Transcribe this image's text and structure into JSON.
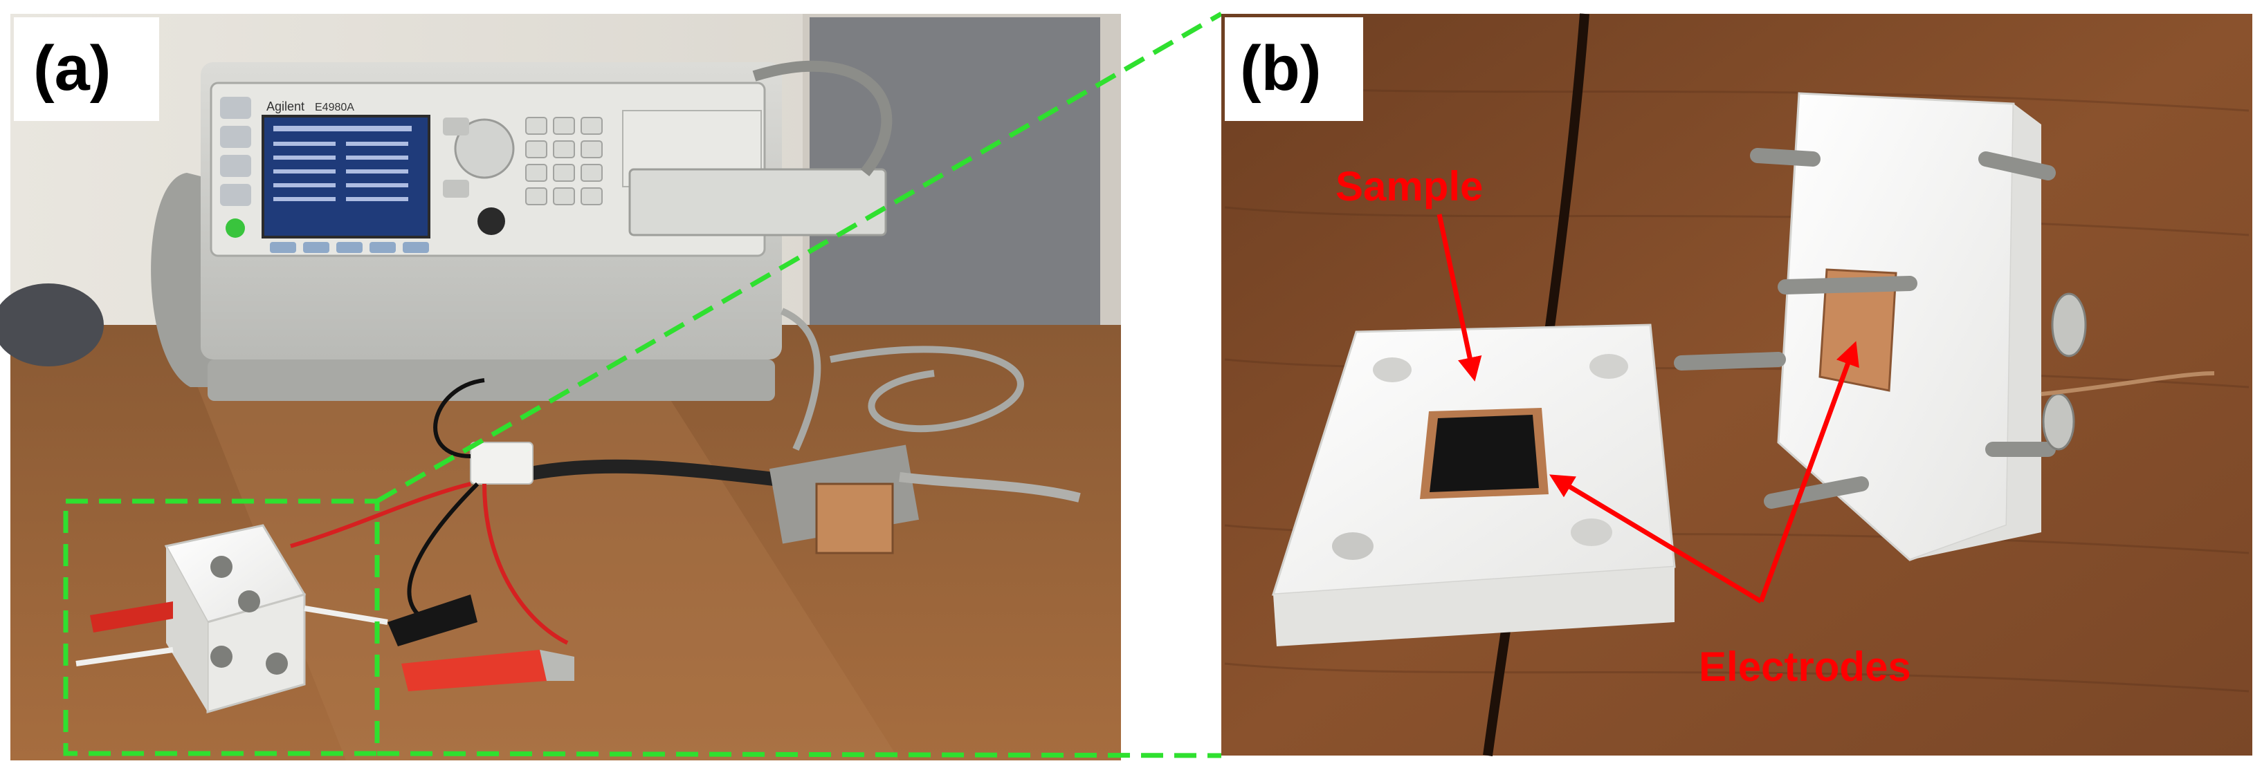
{
  "panel_a": {
    "label": "(a)",
    "instrument_brand": "Agilent",
    "instrument_model": "E4980A"
  },
  "panel_b": {
    "label": "(b)",
    "annotations": {
      "sample": "Sample",
      "electrodes": "Electrodes"
    }
  },
  "colors": {
    "zoom_box": "#2fe02f",
    "annotation": "#ff0000",
    "label_bg": "#ffffff"
  }
}
